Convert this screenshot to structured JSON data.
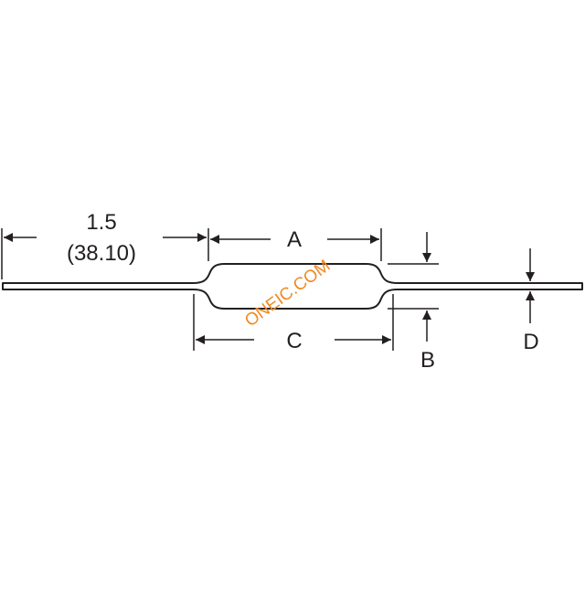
{
  "dimensions": {
    "lead_length": "1.5",
    "lead_length_mm": "(38.10)",
    "body_length": "A",
    "body_overall": "C",
    "body_diameter": "B",
    "lead_diameter": "D"
  },
  "watermark": "ONEIC.COM",
  "colors": {
    "line": "#231f20",
    "watermark": "#f08a24"
  }
}
